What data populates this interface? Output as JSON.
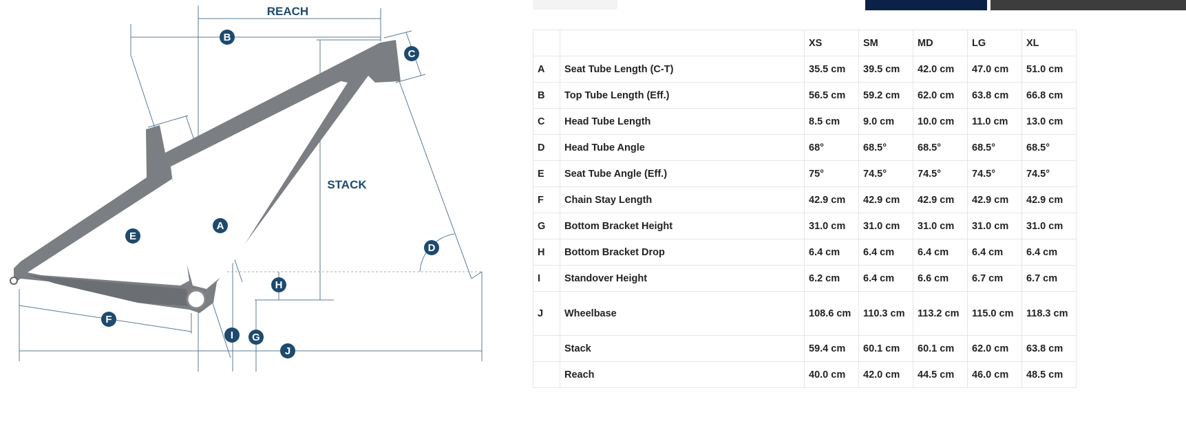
{
  "top_buttons": {
    "tab": "",
    "primary": "",
    "secondary": ""
  },
  "diagram": {
    "reach_label": "REACH",
    "stack_label": "STACK",
    "markers": [
      "A",
      "B",
      "C",
      "D",
      "E",
      "F",
      "G",
      "H",
      "I",
      "J"
    ],
    "colors": {
      "frame": "#7b7e82",
      "dim": "#1d4a6e",
      "line": "#5a7a95"
    }
  },
  "table": {
    "headers": [
      "",
      "",
      "XS",
      "SM",
      "MD",
      "LG",
      "XL"
    ],
    "rows": [
      {
        "letter": "A",
        "name": "Seat Tube Length (C-T)",
        "values": [
          "35.5 cm",
          "39.5 cm",
          "42.0 cm",
          "47.0 cm",
          "51.0 cm"
        ]
      },
      {
        "letter": "B",
        "name": "Top Tube Length (Eff.)",
        "values": [
          "56.5 cm",
          "59.2 cm",
          "62.0 cm",
          "63.8 cm",
          "66.8 cm"
        ]
      },
      {
        "letter": "C",
        "name": "Head Tube Length",
        "values": [
          "8.5 cm",
          "9.0 cm",
          "10.0 cm",
          "11.0 cm",
          "13.0 cm"
        ]
      },
      {
        "letter": "D",
        "name": "Head Tube Angle",
        "values": [
          "68°",
          "68.5°",
          "68.5°",
          "68.5°",
          "68.5°"
        ]
      },
      {
        "letter": "E",
        "name": "Seat Tube Angle (Eff.)",
        "values": [
          "75°",
          "74.5°",
          "74.5°",
          "74.5°",
          "74.5°"
        ]
      },
      {
        "letter": "F",
        "name": "Chain Stay Length",
        "values": [
          "42.9 cm",
          "42.9 cm",
          "42.9 cm",
          "42.9 cm",
          "42.9 cm"
        ]
      },
      {
        "letter": "G",
        "name": "Bottom Bracket Height",
        "values": [
          "31.0 cm",
          "31.0 cm",
          "31.0 cm",
          "31.0 cm",
          "31.0 cm"
        ]
      },
      {
        "letter": "H",
        "name": "Bottom Bracket Drop",
        "values": [
          "6.4 cm",
          "6.4 cm",
          "6.4 cm",
          "6.4 cm",
          "6.4 cm"
        ]
      },
      {
        "letter": "I",
        "name": "Standover Height",
        "values": [
          "6.2 cm",
          "6.4 cm",
          "6.6 cm",
          "6.7 cm",
          "6.7 cm"
        ]
      },
      {
        "letter": "J",
        "name": "Wheelbase",
        "values": [
          "108.6 cm",
          "110.3 cm",
          "113.2 cm",
          "115.0 cm",
          "118.3 cm"
        ]
      },
      {
        "letter": "",
        "name": "Stack",
        "values": [
          "59.4 cm",
          "60.1 cm",
          "60.1 cm",
          "62.0 cm",
          "63.8 cm"
        ]
      },
      {
        "letter": "",
        "name": "Reach",
        "values": [
          "40.0 cm",
          "42.0 cm",
          "44.5 cm",
          "46.0 cm",
          "48.5 cm"
        ]
      }
    ]
  }
}
